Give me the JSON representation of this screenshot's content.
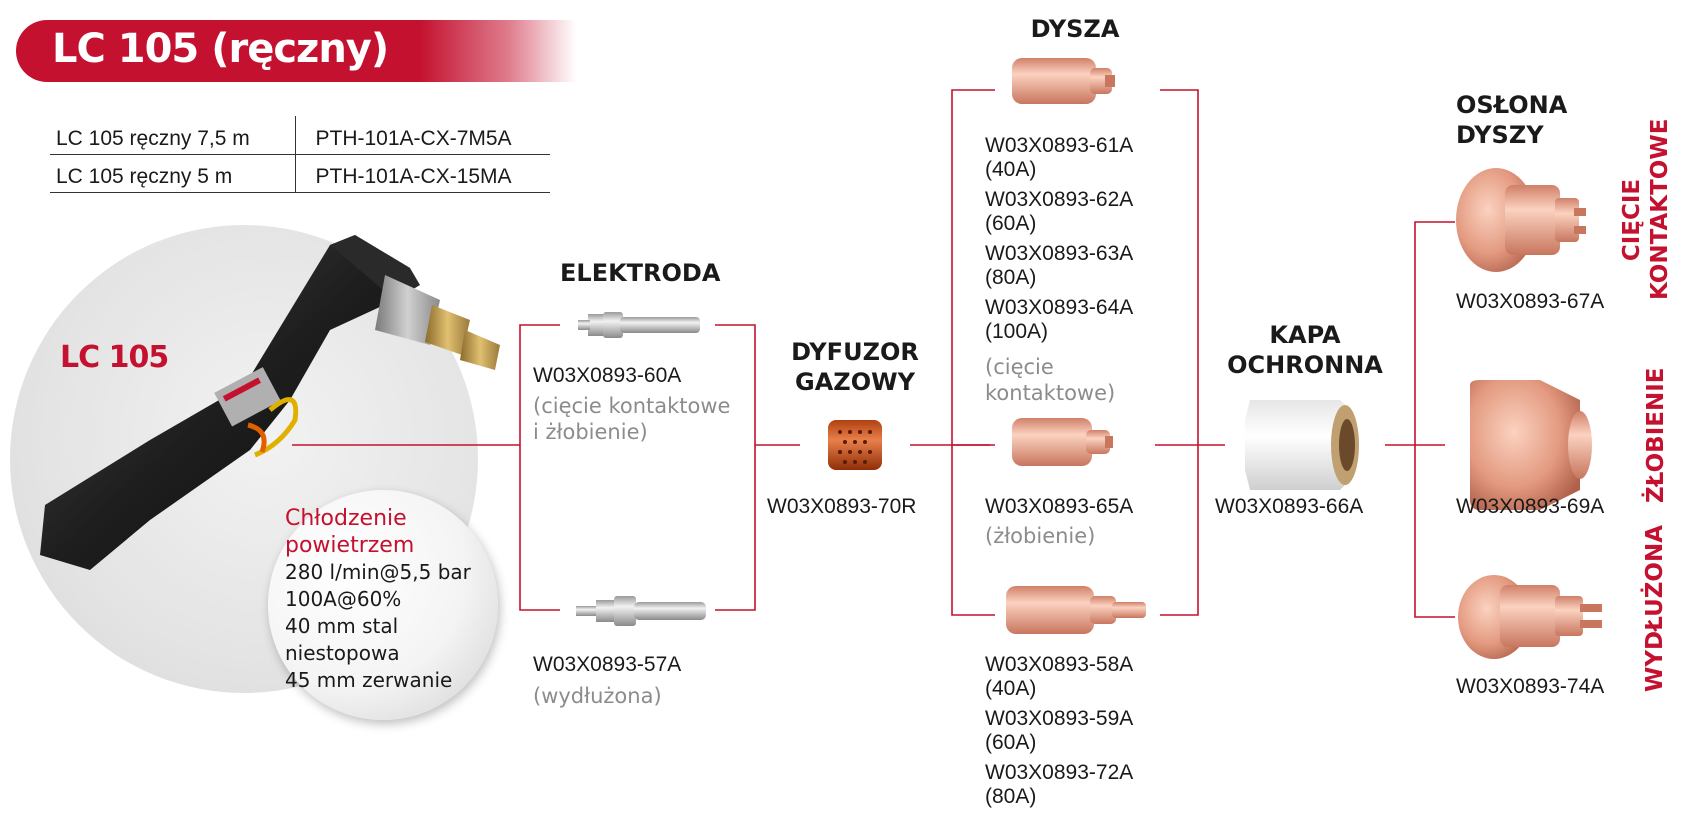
{
  "title": "LC 105 (ręczny)",
  "spec_table": [
    {
      "name": "LC 105 ręczny 7,5 m",
      "code": "PTH-101A-CX-7M5A"
    },
    {
      "name": "LC 105 ręczny 5 m",
      "code": "PTH-101A-CX-15MA"
    }
  ],
  "torch": {
    "label": "LC 105",
    "cooling_title": "Chłodzenie powietrzem",
    "cooling_lines": [
      "280 l/min@5,5 bar",
      "100A@60%",
      "40 mm stal",
      "niestopowa",
      "45 mm zerwanie"
    ]
  },
  "electrode": {
    "title": "ELEKTRODA",
    "items": [
      {
        "code": "W03X0893-60A",
        "note_lines": [
          "(cięcie kontaktowe",
          "i żłobienie)"
        ]
      },
      {
        "code": "W03X0893-57A",
        "note_lines": [
          "(wydłużona)"
        ]
      }
    ]
  },
  "diffuser": {
    "title_lines": [
      "DYFUZOR",
      "GAZOWY"
    ],
    "code": "W03X0893-70R"
  },
  "nozzle": {
    "title": "DYSZA",
    "group1": {
      "codes": [
        "W03X0893-61A",
        "(40A)",
        "W03X0893-62A",
        "(60A)",
        "W03X0893-63A",
        "(80A)",
        "W03X0893-64A",
        "(100A)"
      ],
      "note_lines": [
        "(cięcie",
        "kontaktowe)"
      ]
    },
    "group2": {
      "code": "W03X0893-65A",
      "note": "(żłobienie)"
    },
    "group3": {
      "codes": [
        "W03X0893-58A",
        "(40A)",
        "W03X0893-59A",
        "(60A)",
        "W03X0893-72A",
        "(80A)"
      ]
    }
  },
  "cap": {
    "title_lines": [
      "KAPA",
      "OCHRONNA"
    ],
    "code": "W03X0893-66A"
  },
  "shield": {
    "title_lines": [
      "OSŁONA",
      "DYSZY"
    ],
    "items": [
      {
        "code": "W03X0893-67A",
        "side_label_lines": [
          "CIĘCIE",
          "KONTAKTOWE"
        ]
      },
      {
        "code": "W03X0893-69A",
        "side_label_lines": [
          "ŻŁOBIENIE"
        ]
      },
      {
        "code": "W03X0893-74A",
        "side_label_lines": [
          "WYDŁUŻONA"
        ]
      }
    ]
  },
  "colors": {
    "brand_red": "#c4112f",
    "copper": "#e89a7c",
    "note_gray": "#8c8c8c"
  }
}
